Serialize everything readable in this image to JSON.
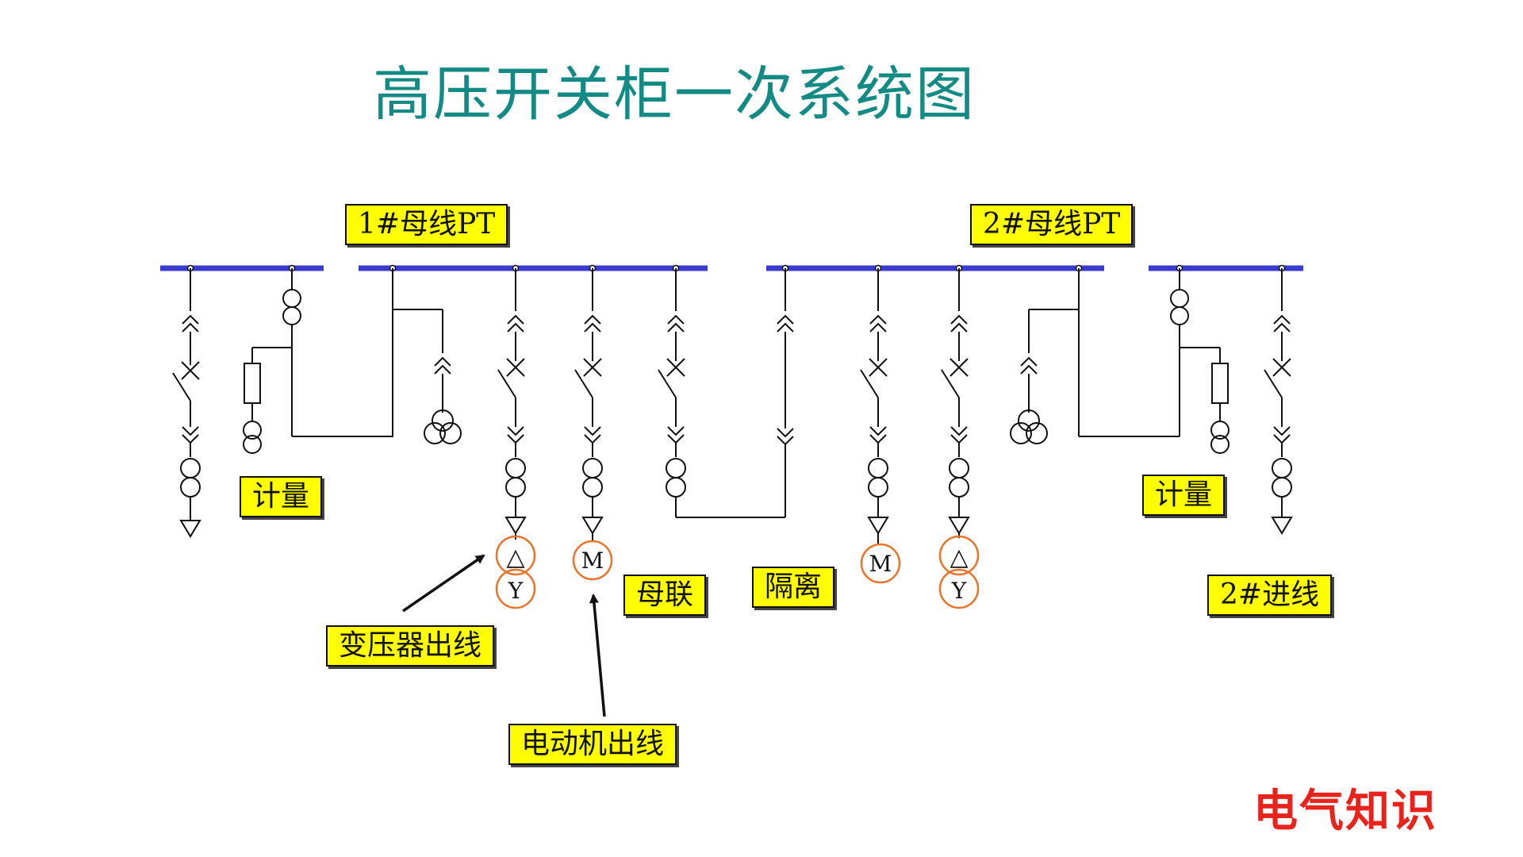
{
  "title": "高压开关柜一次系统图",
  "labels": {
    "bus1_pt": "1#母线PT",
    "bus2_pt": "2#母线PT",
    "metering_left": "计量",
    "metering_right": "计量",
    "transformer_outgoing": "变压器出线",
    "motor_outgoing": "电动机出线",
    "bus_tie": "母联",
    "isolation": "隔离",
    "incoming_2": "2#进线"
  },
  "symbols": {
    "motor": "M",
    "delta": "△",
    "wye": "Y"
  },
  "watermark": "电气知识",
  "colors": {
    "title": "#138a84",
    "busbar": "#3a3acf",
    "wire": "#111111",
    "label_bg": "#ffff00",
    "load_circle": "#e8742c",
    "watermark": "#e8231c"
  }
}
